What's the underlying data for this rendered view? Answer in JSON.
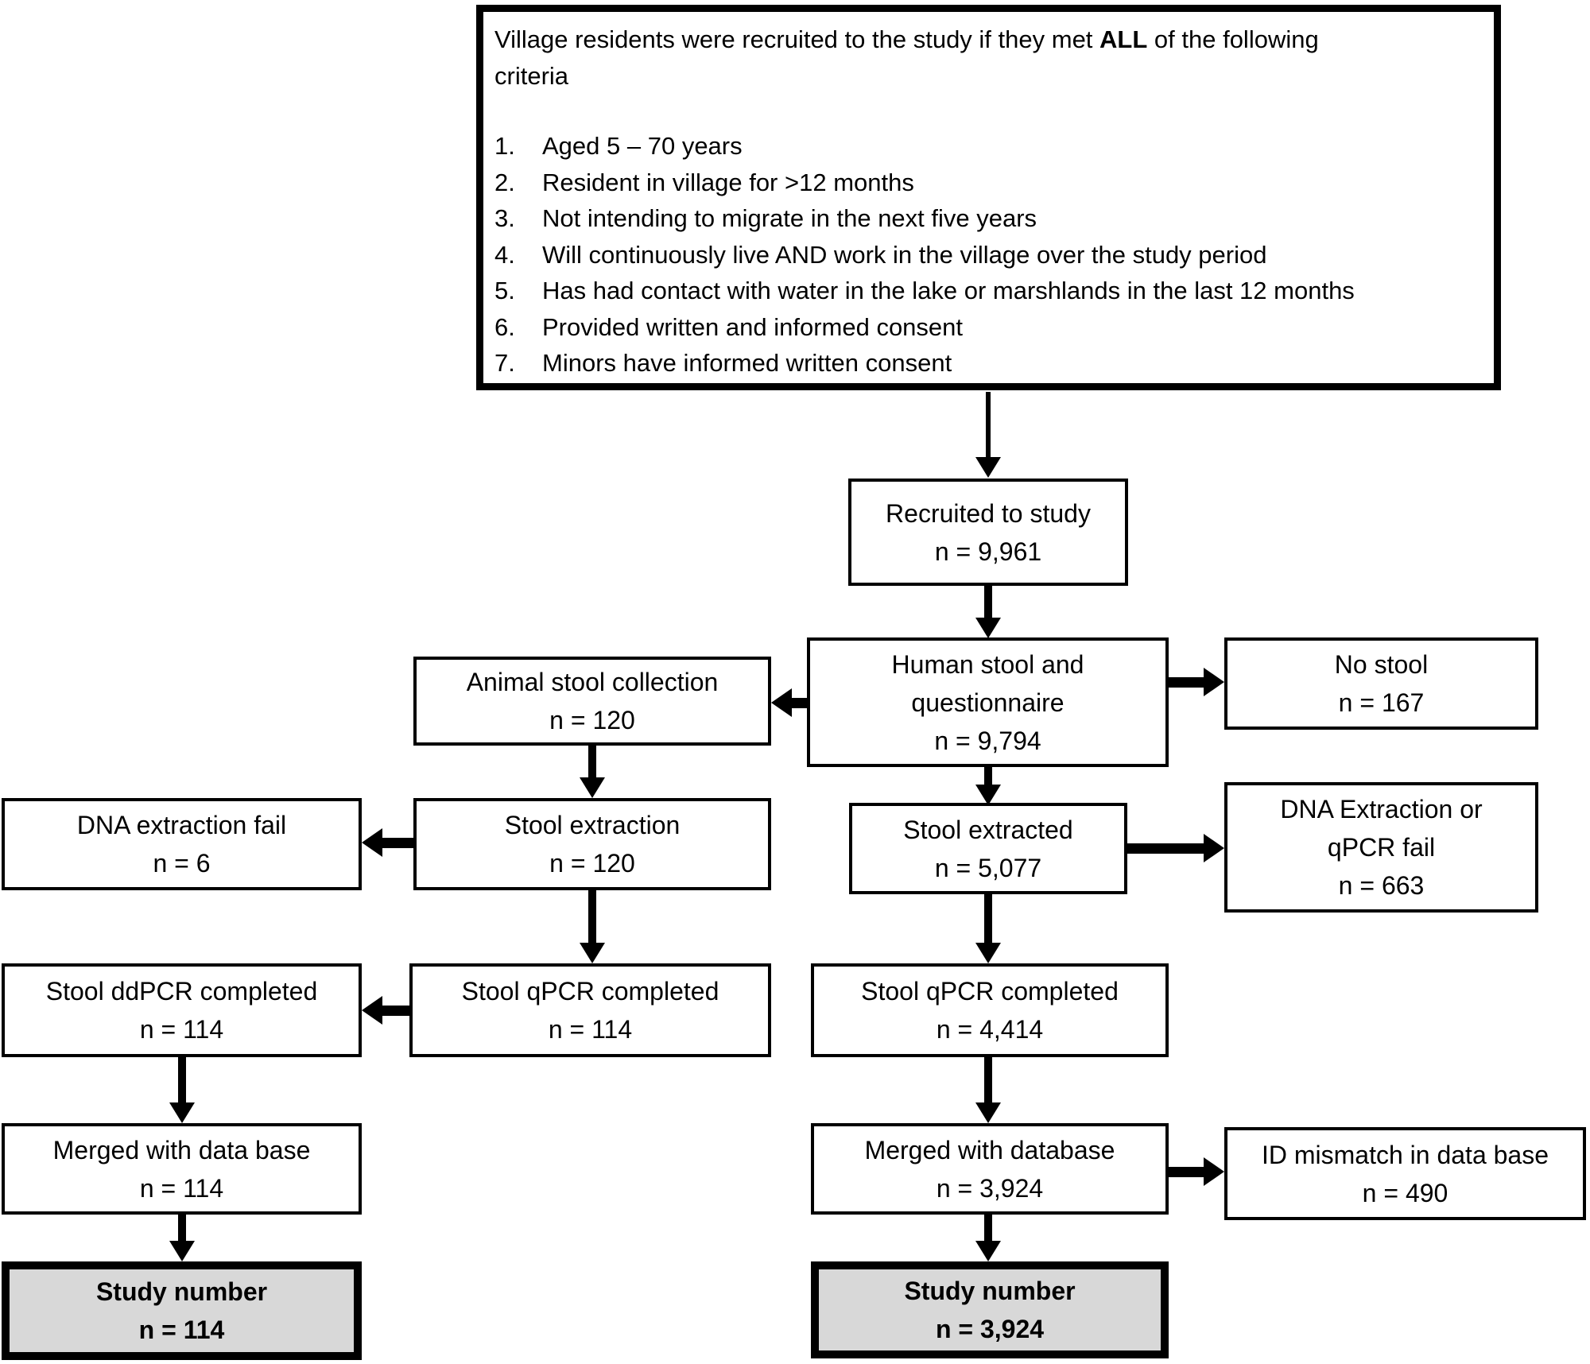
{
  "figure": {
    "background": "#ffffff",
    "line_color": "#000000",
    "highlight_fill": "#d8d8d8"
  },
  "criteria": {
    "intro_before": "Village residents were recruited to the study if they met ",
    "intro_bold": "ALL",
    "intro_after": " of the following",
    "intro_line2": "criteria",
    "nums": [
      "1.",
      "2.",
      "3.",
      "4.",
      "5.",
      "6.",
      "7."
    ],
    "items": [
      "Aged 5 – 70 years",
      "Resident in village for >12 months",
      "Not intending to migrate in the next five years",
      "Will continuously live AND work in the village over the study period",
      "Has had contact with water in the lake or marshlands in the last 12 months",
      "Provided written and informed consent",
      "Minors have informed written consent"
    ]
  },
  "nodes": {
    "recruited": {
      "l1": "Recruited to study",
      "n": "n = 9,961"
    },
    "human": {
      "l1": "Human stool and",
      "l2": "questionnaire",
      "n": "n = 9,794"
    },
    "no_stool": {
      "l1": "No stool",
      "n": "n = 167"
    },
    "animal": {
      "l1": "Animal stool collection",
      "n": "n = 120"
    },
    "stool_extraction": {
      "l1": "Stool extraction",
      "n": "n = 120"
    },
    "dna_fail": {
      "l1": "DNA extraction fail",
      "n": "n = 6"
    },
    "stool_extracted": {
      "l1": "Stool extracted",
      "n": "n = 5,077"
    },
    "dna_qpcr_fail": {
      "l1": "DNA Extraction or",
      "l2": "qPCR fail",
      "n": "n = 663"
    },
    "qpcr_left": {
      "l1": "Stool qPCR completed",
      "n": "n = 114"
    },
    "ddpcr": {
      "l1": "Stool ddPCR completed",
      "n": "n = 114"
    },
    "qpcr_right": {
      "l1": "Stool qPCR completed",
      "n": "n = 4,414"
    },
    "merged_left": {
      "l1": "Merged with data base",
      "n": "n = 114"
    },
    "merged_right": {
      "l1": "Merged with database",
      "n": "n = 3,924"
    },
    "id_mismatch": {
      "l1": "ID mismatch in data base",
      "n": "n = 490"
    },
    "study_left": {
      "l1": "Study number",
      "n": "n = 114"
    },
    "study_right": {
      "l1": "Study number",
      "n": "n = 3,924"
    }
  }
}
